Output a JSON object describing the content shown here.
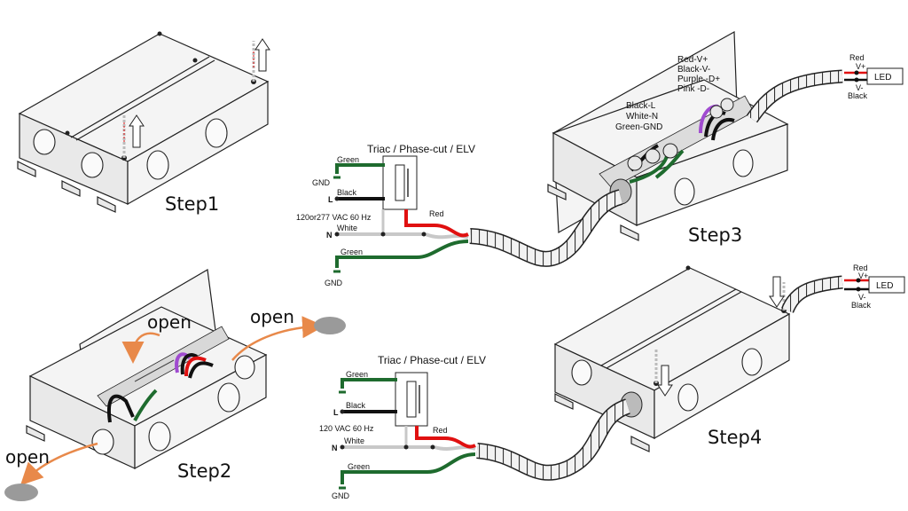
{
  "steps": {
    "step1": "Step1",
    "step2": "Step2",
    "step3": "Step3",
    "step4": "Step4"
  },
  "open_labels": [
    "open",
    "open",
    "open"
  ],
  "dimmer_title": "Triac / Phase-cut / ELV",
  "wiring_upper": {
    "gnd_top": "GND",
    "green_top": "Green",
    "line": "L",
    "black": "Black",
    "voltage": "120or277 VAC  60 Hz",
    "neutral": "N",
    "white": "White",
    "red": "Red",
    "green_bottom": "Green",
    "gnd_bottom": "GND"
  },
  "wiring_lower": {
    "green_top": "Green",
    "line": "L",
    "black": "Black",
    "voltage": "120 VAC  60 Hz",
    "neutral": "N",
    "white": "White",
    "red": "Red",
    "green_bottom": "Green",
    "gnd_bottom": "GND"
  },
  "input_legend": [
    "Black-L",
    "White-N",
    "Green-GND"
  ],
  "output_legend": [
    "Red-V+",
    "Black-V-",
    "Purple -D+",
    "Pink -D-"
  ],
  "led_upper": {
    "red": "Red",
    "vplus": "V+",
    "vminus": "V-",
    "black": "Black",
    "led": "LED"
  },
  "led_lower": {
    "red": "Red",
    "vplus": "V+",
    "vminus": "V-",
    "black": "Black",
    "led": "LED"
  },
  "colors": {
    "wire_red": "#e01010",
    "wire_green": "#1e6b2e",
    "wire_black": "#111111",
    "wire_white": "#c8c8c8",
    "wire_purple": "#a04bd0",
    "arrow_orange": "#e8894a",
    "plug_gray": "#9a9a9a"
  }
}
